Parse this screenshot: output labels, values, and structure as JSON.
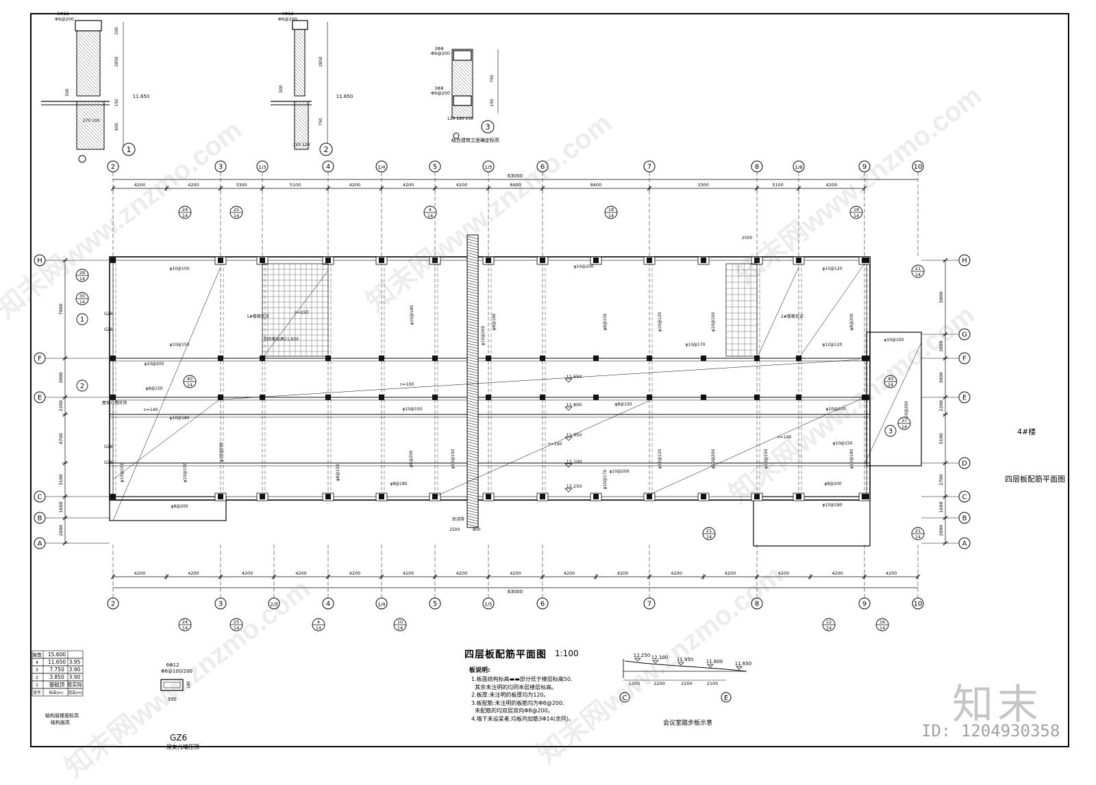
{
  "drawing": {
    "title": "四层板配筋平面图",
    "scale": "1:100",
    "side_title": "四层板配筋平面图",
    "building_label": "4#楼",
    "total_dim": "63000",
    "top_spans": [
      "4200",
      "4200",
      "3300",
      "5100",
      "4200",
      "4200",
      "4200",
      "8400",
      "8400",
      "3300",
      "5100",
      "4200"
    ],
    "bottom_spans": [
      "4200",
      "4200",
      "4200",
      "4200",
      "4200",
      "4200",
      "4200",
      "4200",
      "4200",
      "4200",
      "4200",
      "4200",
      "4200",
      "4200",
      "4200"
    ],
    "top_axes": [
      "2",
      "3",
      "1/3",
      "4",
      "1/4",
      "5",
      "1/5",
      "6",
      "7",
      "8",
      "1/8",
      "9",
      "10"
    ],
    "bottom_axes": [
      "2",
      "3",
      "2/3",
      "4",
      "1/4",
      "5",
      "1/5",
      "6",
      "7",
      "8",
      "9",
      "10"
    ],
    "left_axes": [
      "H",
      "F",
      "E",
      "C",
      "B",
      "A"
    ],
    "right_axes": [
      "H",
      "G",
      "F",
      "E",
      "D",
      "C",
      "B",
      "A"
    ],
    "left_dims": [
      "7800",
      "3000",
      "2200",
      "4700",
      "3100",
      "1600",
      "2000"
    ],
    "right_dims": [
      "5800",
      "2000",
      "3000",
      "2200",
      "5100",
      "2700",
      "1600",
      "2000"
    ]
  },
  "plan_labels": [
    "1#楼梯另详",
    "2#楼梯另详",
    "n=150",
    "n=100",
    "n=140",
    "n=140",
    "n=140",
    "后浇带",
    "2500",
    "800",
    "2500",
    "屋女儿墙压顶",
    "阳台板标高11.650",
    "GZ6",
    "GZ6",
    "GZ6",
    "GZ6"
  ],
  "rebar_labels": [
    "φ10@100",
    "φ10@150",
    "φ10@200",
    "φ8@150",
    "φ10@180",
    "φ8@200",
    "φ10@150",
    "φ10@200",
    "φ8@180",
    "φ8@150",
    "φ10@170",
    "φ10@120",
    "φ12@120",
    "φ10@100",
    "φ10@200",
    "φ10@150",
    "φ8@200",
    "φ10@180",
    "φ10@200"
  ],
  "elev_labels": [
    "11.650",
    "11.800",
    "11.950",
    "12.100",
    "12.250"
  ],
  "callouts": [
    {
      "num": "24",
      "sheet": "14"
    },
    {
      "num": "25",
      "sheet": "14"
    },
    {
      "num": "4",
      "sheet": "14"
    },
    {
      "num": "18",
      "sheet": "14"
    },
    {
      "num": "18",
      "sheet": "14"
    },
    {
      "num": "28",
      "sheet": "14"
    },
    {
      "num": "30",
      "sheet": "14"
    },
    {
      "num": "40",
      "sheet": "14"
    },
    {
      "num": "40",
      "sheet": "14"
    },
    {
      "num": "21",
      "sheet": "14"
    },
    {
      "num": "21",
      "sheet": "14"
    },
    {
      "num": "21",
      "sheet": "14"
    },
    {
      "num": "37",
      "sheet": "14"
    },
    {
      "num": "24",
      "sheet": "14"
    },
    {
      "num": "25",
      "sheet": "14"
    },
    {
      "num": "4",
      "sheet": "14"
    },
    {
      "num": "10",
      "sheet": "14"
    },
    {
      "num": "12",
      "sheet": "14"
    },
    {
      "num": "16",
      "sheet": "14"
    }
  ],
  "details": {
    "d1": {
      "num": "1",
      "rebar": "6Φ12",
      "stirrup": "Φ6@200",
      "elev": "11.650",
      "dims": [
        "200",
        "2850",
        "500",
        "150",
        "600",
        "200",
        "270",
        "100"
      ]
    },
    "d2": {
      "num": "2",
      "rebar": "4Φ12",
      "stirrup": "Φ6@200",
      "elev": "11.650",
      "dims": [
        "2850",
        "500",
        "750",
        "120",
        "120"
      ]
    },
    "d3": {
      "num": "3",
      "rebar_top": "3Φ8",
      "stirrup_top": "Φ6@200",
      "rebar_bot": "3Φ8",
      "stirrup_bot": "Φ6@200",
      "dims": [
        "750",
        "150",
        "120",
        "120",
        "150"
      ],
      "note": "结合建筑立面确定标高"
    }
  },
  "level_table": {
    "rows": [
      {
        "level": "屋面",
        "elev": "15.600",
        "height": ""
      },
      {
        "level": "4",
        "elev": "11.650",
        "height": "3.95"
      },
      {
        "level": "3",
        "elev": "7.750",
        "height": "3.90"
      },
      {
        "level": "2",
        "elev": "3.850",
        "height": "3.90"
      },
      {
        "level": "1",
        "elev": "基础顶",
        "height": "按实际"
      }
    ],
    "header": [
      "层号",
      "标高(m)",
      "层高(m)"
    ],
    "caption1": "结构层楼面标高",
    "caption2": "结构层高"
  },
  "gz6": {
    "rebar": "6Φ12",
    "stirrup": "Φ6@100/200",
    "width": "390",
    "height": "180",
    "name": "GZ6",
    "caption": "屋女儿墙压顶"
  },
  "notes": {
    "heading": "板说明:",
    "lines": [
      "1.板面结构标高▬▬部分低于楼层标高50,",
      "  其余未注明的均同本层楼层标高。",
      "2.板厚:未注明的板厚均为120。",
      "3.板配筋:未注明的板筋均为Φ8@200;",
      "  未配筋的均双层双向Φ8@200。",
      "4.墙下未设梁者,均板内加筋3Φ14(余同)。"
    ]
  },
  "step_diagram": {
    "elevs": [
      "12.250",
      "12.100",
      "11.950",
      "11.800",
      "11.650"
    ],
    "dims": [
      "1300",
      "2200",
      "2200",
      "2100"
    ],
    "axis_left": "C",
    "axis_right": "E",
    "caption": "会议室踏步板示意"
  },
  "watermark": {
    "text": "知末网www.znzmo.com",
    "brand": "知末",
    "id": "ID: 1204930358"
  }
}
